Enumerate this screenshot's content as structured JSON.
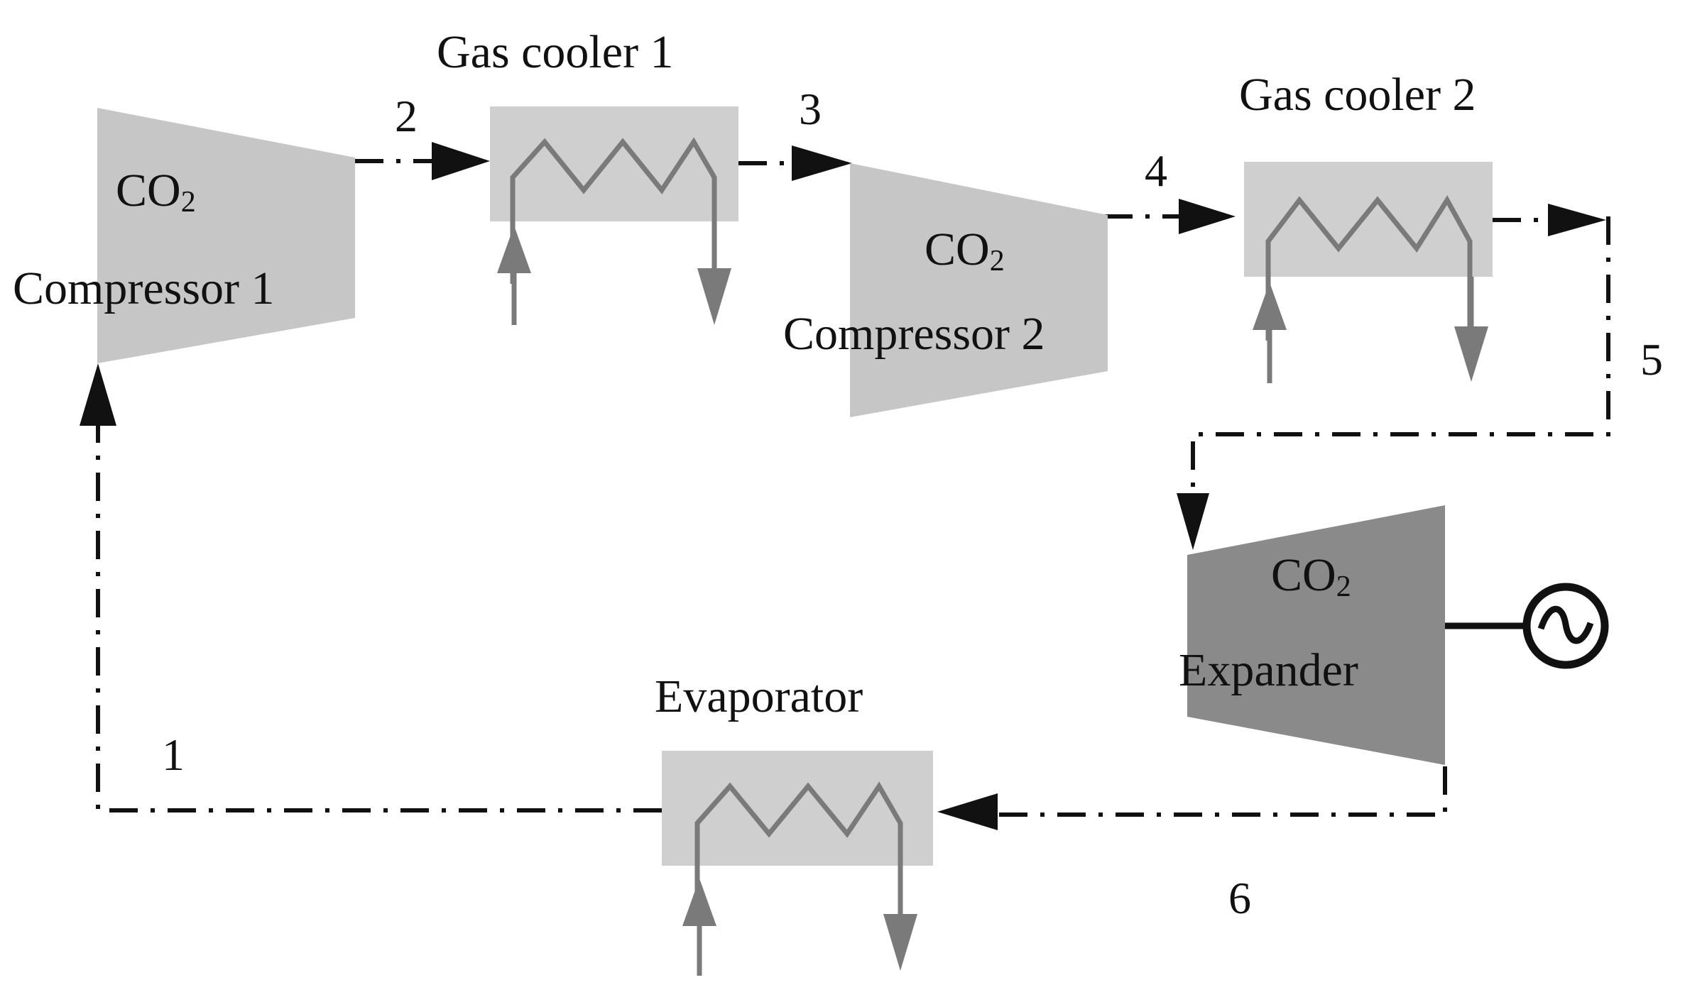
{
  "components": {
    "compressor_1": {
      "line1": "CO",
      "subscript": "2",
      "line2": "Compressor 1"
    },
    "compressor_2": {
      "line1": "CO",
      "subscript": "2",
      "line2": "Compressor 2"
    },
    "expander": {
      "line1": "CO",
      "subscript": "2",
      "line2": "Expander"
    },
    "gas_cooler_1": {
      "label": "Gas cooler 1"
    },
    "gas_cooler_2": {
      "label": "Gas cooler 2"
    },
    "evaporator": {
      "label": "Evaporator"
    },
    "generator": {
      "icon": "generator-icon"
    }
  },
  "state_points": [
    "1",
    "2",
    "3",
    "4",
    "5",
    "6"
  ],
  "colors": {
    "compressor": "#c6c6c6",
    "expander": "#8a8a8a",
    "heat_exchanger": "#cfcfcf",
    "coil": "#7a7a7a",
    "flow_line": "#111111"
  }
}
